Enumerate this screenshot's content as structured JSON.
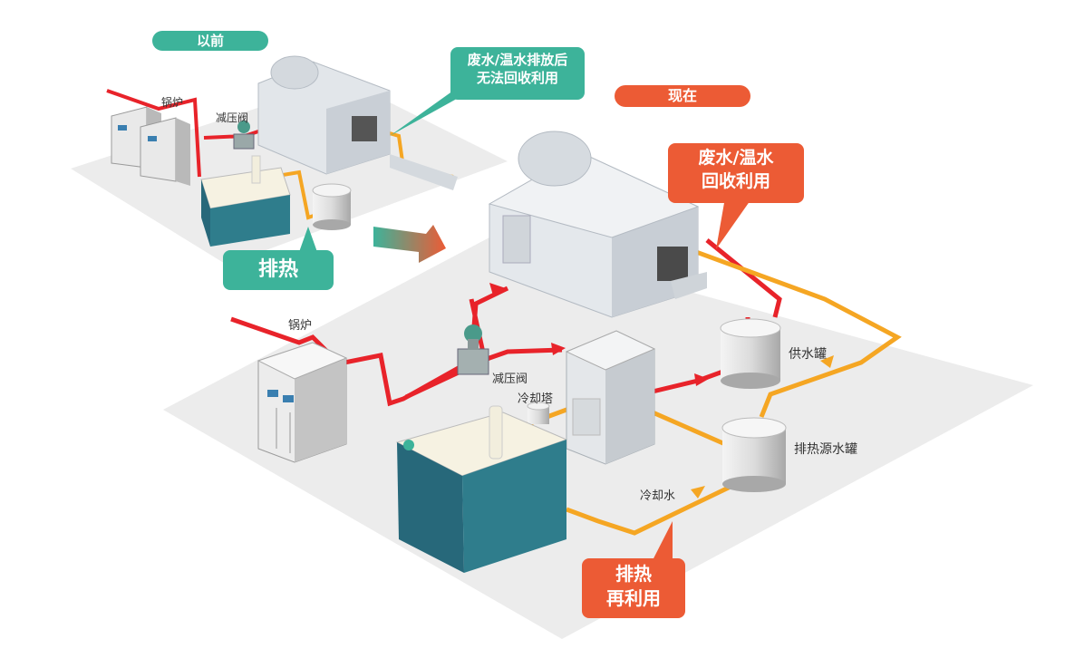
{
  "tags": {
    "before": "以前",
    "now": "现在"
  },
  "callouts": {
    "before_waste_line1": "废水/温水排放后",
    "before_waste_line2": "无法回收利用",
    "before_exhaust": "排热",
    "now_waste_line1": "废水/温水",
    "now_waste_line2": "回收利用",
    "now_exhaust_line1": "排热",
    "now_exhaust_line2": "再利用"
  },
  "labels": {
    "boiler_before": "锅炉",
    "valve_before": "减压阀",
    "boiler_now": "锅炉",
    "valve_now": "减压阀",
    "cooling_tower": "冷却塔",
    "supply_tank": "供水罐",
    "exhaust_tank": "排热源水罐",
    "cooling_water": "冷却水"
  },
  "colors": {
    "teal": "#3db39a",
    "orange": "#ec5b35",
    "steam_pipe": "#e8232a",
    "water_pipe": "#f5a623",
    "container": "#2f7d8c"
  }
}
